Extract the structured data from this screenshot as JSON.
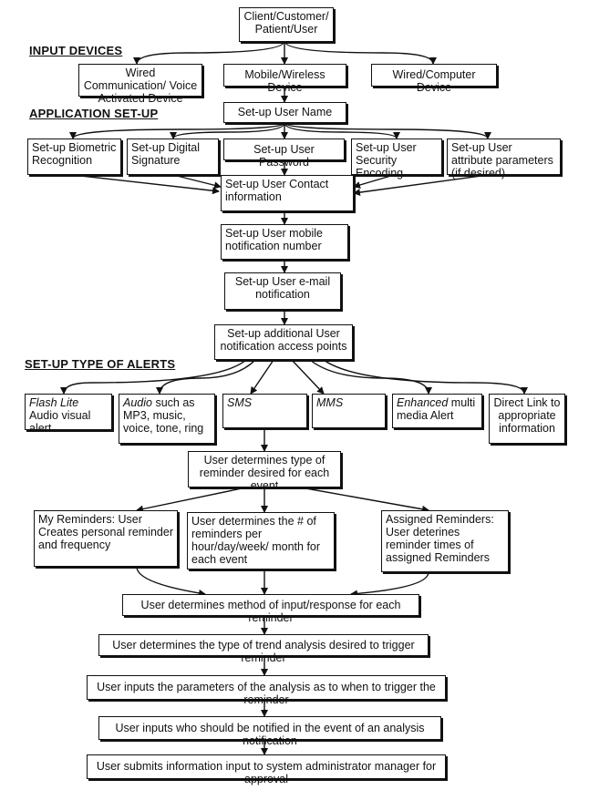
{
  "sections": {
    "input_devices": "INPUT DEVICES",
    "application_setup": "APPLICATION SET-UP",
    "setup_alerts": "SET-UP TYPE OF ALERTS"
  },
  "nodes": {
    "client": "Client/Customer/ Patient/User",
    "wired_comm": "Wired Communication/ Voice Activated Device",
    "mobile_device": "Mobile/Wireless Device",
    "wired_computer": "Wired/Computer Device",
    "user_name": "Set-up User Name",
    "biometric": "Set-up Biometric Recognition",
    "digital_sig": "Set-up Digital Signature",
    "user_password": "Set-up User Password",
    "security_enc": "Set-up User Security Encoding",
    "attr_params": "Set-up User attribute parameters (if desired)",
    "contact_info": "Set-up User Contact information",
    "mobile_number": "Set-up User mobile notification number",
    "email_notif": "Set-up User e-mail notification",
    "access_points": "Set-up additional User notification access points",
    "flash_em": "Flash Lite",
    "flash_rest": " Audio visual alert",
    "audio_em": "Audio",
    "audio_rest": " such as MP3, music, voice, tone, ring",
    "sms": "SMS",
    "mms": "MMS",
    "enhanced_em": "Enhanced",
    "enhanced_rest": " multi media Alert",
    "direct_link": "Direct Link to appropriate information",
    "reminder_type": "User determines type of reminder desired for each event",
    "my_reminders": "My Reminders: User Creates personal reminder and frequency",
    "reminders_per": "User determines the # of reminders per hour/day/week/ month for each event",
    "assigned_rem": "Assigned Reminders: User deterines reminder times of assigned Reminders",
    "input_method": "User determines method of input/response for each reminder",
    "trend": "User determines the type of trend analysis desired to trigger reminder",
    "params": "User inputs the parameters of the analysis as to when to trigger the reminder",
    "notified": "User inputs who should be notified in the event of an analysis notification",
    "submit": "User submits information input to system administrator manager for approval"
  }
}
